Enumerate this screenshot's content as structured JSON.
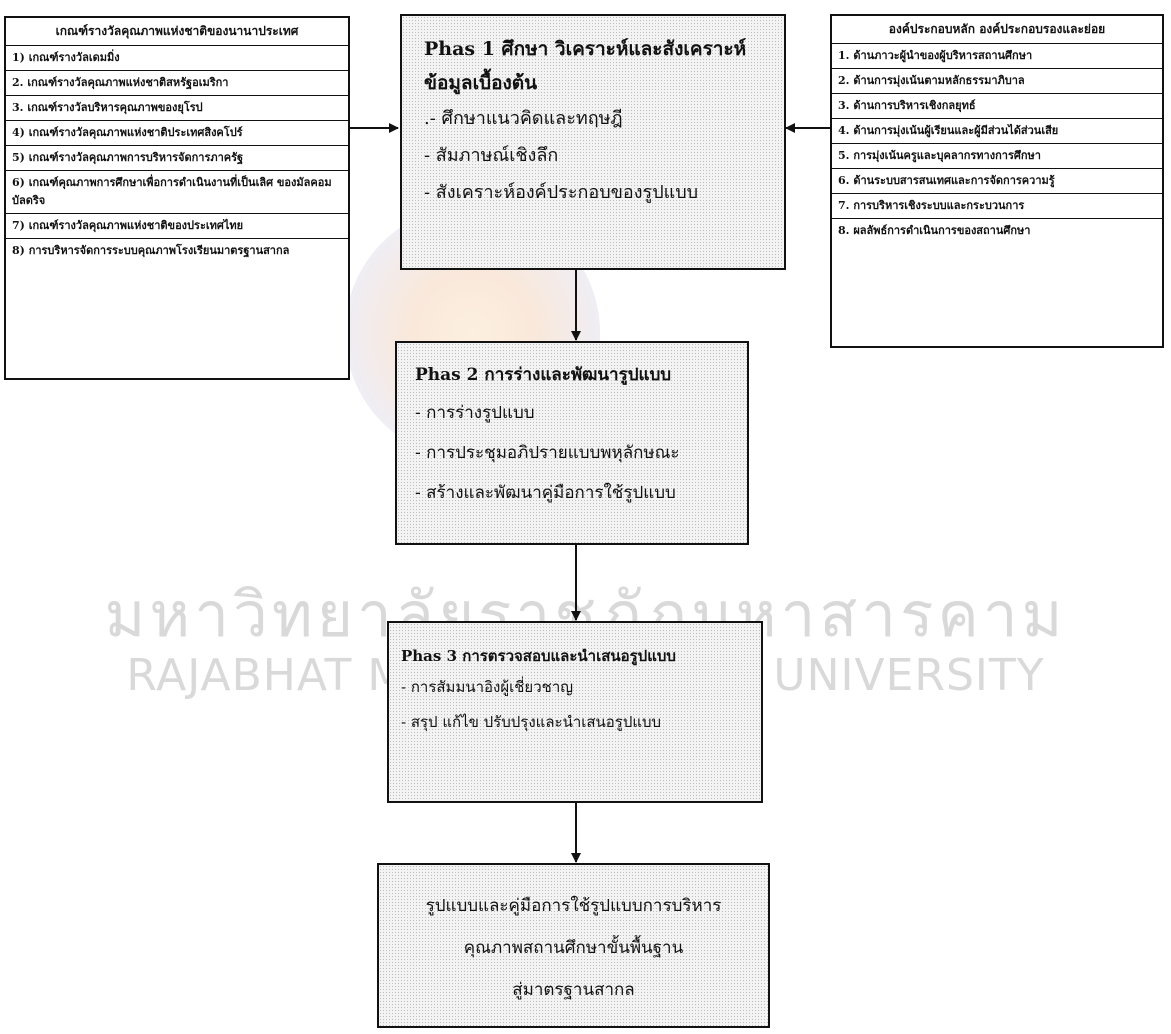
{
  "watermark": {
    "thai": "มหาวิทยาลัยราชภัฏมหาสารคาม",
    "english": "RAJABHAT MAHASARAKHAM UNIVERSITY"
  },
  "left_box": {
    "title": "เกณฑ์รางวัลคุณภาพแห่งชาติของนานาประเทศ",
    "items": [
      "1) เกณฑ์รางวัลเดมมิ่ง",
      "2. เกณฑ์รางวัลคุณภาพแห่งชาติสหรัฐอเมริกา",
      "3. เกณฑ์รางวัลบริหารคุณภาพของยุโรป",
      "4) เกณฑ์รางวัลคุณภาพแห่งชาติประเทศสิงคโปร์",
      "5) เกณฑ์รางวัลคุณภาพการบริหารจัดการภาครัฐ",
      "6) เกณฑ์คุณภาพการศึกษาเพื่อการดำเนินงานที่เป็นเลิศ ของมัลคอม บัลดริจ",
      "7) เกณฑ์รางวัลคุณภาพแห่งชาติของประเทศไทย",
      "8) การบริหารจัดการระบบคุณภาพโรงเรียนมาตรฐานสากล"
    ]
  },
  "right_box": {
    "title": "องค์ประกอบหลัก องค์ประกอบรองและย่อย",
    "items": [
      "1. ด้านภาวะผู้นำของผู้บริหารสถานศึกษา",
      "2. ด้านการมุ่งเน้นตามหลักธรรมาภิบาล",
      "3. ด้านการบริหารเชิงกลยุทธ์",
      "4. ด้านการมุ่งเน้นผู้เรียนและผู้มีส่วนได้ส่วนเสีย",
      "5. การมุ่งเน้นครูและบุคลากรทางการศึกษา",
      "6. ด้านระบบสารสนเทศและการจัดการความรู้",
      "7. การบริหารเชิงระบบและกระบวนการ",
      "8. ผลลัพธ์การดำเนินการของสถานศึกษา"
    ]
  },
  "phase1": {
    "title_line1": "Phas 1  ศึกษา วิเคราะห์และสังเคราะห์",
    "title_line2": "ข้อมูลเบื้องต้น",
    "items": [
      ".- ศึกษาแนวคิดและทฤษฎี",
      " - สัมภาษณ์เชิงลึก",
      " - สังเคราะห์องค์ประกอบของรูปแบบ"
    ]
  },
  "phase2": {
    "title": "Phas 2 การร่างและพัฒนารูปแบบ",
    "items": [
      " - การร่างรูปแบบ",
      " - การประชุมอภิปรายแบบพหุลักษณะ",
      " - สร้างและพัฒนาคู่มือการใช้รูปแบบ"
    ]
  },
  "phase3": {
    "title": "Phas 3 การตรวจสอบและนำเสนอรูปแบบ",
    "items": [
      "- การสัมมนาอิงผู้เชี่ยวชาญ",
      " - สรุป แก้ไข ปรับปรุงและนำเสนอรูปแบบ"
    ]
  },
  "output_box": {
    "lines": [
      "รูปแบบและคู่มือการใช้รูปแบบการบริหาร",
      "คุณภาพสถานศึกษาขั้นพื้นฐาน",
      "สู่มาตรฐานสากล"
    ]
  }
}
